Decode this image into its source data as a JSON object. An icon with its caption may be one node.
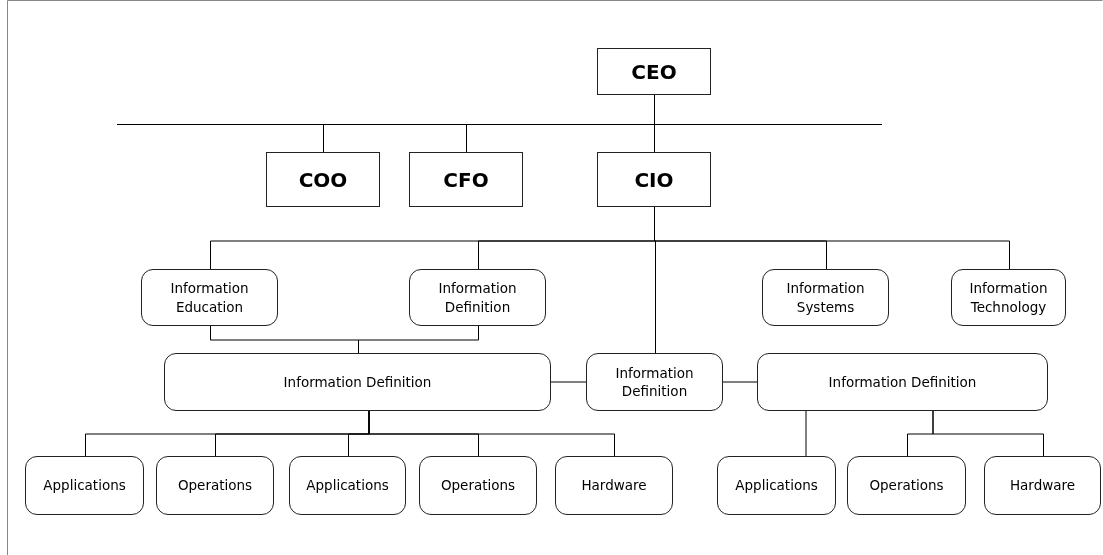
{
  "diagram": {
    "nodes": [
      {
        "text": [
          "CEO"
        ]
      },
      {
        "text": [
          "COO"
        ]
      },
      {
        "text": [
          "CFO"
        ]
      },
      {
        "text": [
          "CIO"
        ]
      },
      {
        "text": [
          "Information Education"
        ]
      },
      {
        "text": [
          "Information Definition"
        ]
      },
      {
        "text": [
          "Information Systems"
        ]
      },
      {
        "text": [
          "Information Technology"
        ]
      },
      {
        "text": [
          "Information Definition"
        ]
      },
      {
        "text": [
          "Information Definition"
        ]
      },
      {
        "text": [
          "Information Definition"
        ]
      },
      {
        "text": [
          "Applications"
        ]
      },
      {
        "text": [
          "Operations"
        ]
      },
      {
        "text": [
          "Applications"
        ]
      },
      {
        "text": [
          "Operations"
        ]
      },
      {
        "text": [
          "Hardware"
        ]
      },
      {
        "text": [
          "Applications"
        ]
      },
      {
        "text": [
          "Operations"
        ]
      },
      {
        "text": [
          "Hardware"
        ]
      }
    ],
    "edges": [
      {
        "from": 0,
        "to": 1,
        "arrow": "none"
      },
      {
        "from": 0,
        "to": 2,
        "arrow": "none"
      },
      {
        "from": 0,
        "to": 3,
        "arrow": "none"
      },
      {
        "from": 3,
        "to": 4,
        "arrow": "none"
      },
      {
        "from": 3,
        "to": 5,
        "arrow": "none"
      },
      {
        "from": 3,
        "to": 9,
        "arrow": "none"
      },
      {
        "from": 3,
        "to": 6,
        "arrow": "none"
      },
      {
        "from": 3,
        "to": 7,
        "arrow": "none"
      },
      {
        "from": 4,
        "to": 8,
        "arrow": "none"
      },
      {
        "from": 5,
        "to": 8,
        "arrow": "none"
      },
      {
        "from": 9,
        "to": 8,
        "arrow": "none"
      },
      {
        "from": 9,
        "to": 10,
        "arrow": "none"
      },
      {
        "from": 8,
        "to": 11,
        "arrow": "none"
      },
      {
        "from": 8,
        "to": 12,
        "arrow": "none"
      },
      {
        "from": 8,
        "to": 13,
        "arrow": "none"
      },
      {
        "from": 8,
        "to": 14,
        "arrow": "none"
      },
      {
        "from": 8,
        "to": 15,
        "arrow": "none"
      },
      {
        "from": 10,
        "to": 16,
        "arrow": "none"
      },
      {
        "from": 10,
        "to": 17,
        "arrow": "none"
      },
      {
        "from": 10,
        "to": 18,
        "arrow": "none"
      }
    ]
  }
}
